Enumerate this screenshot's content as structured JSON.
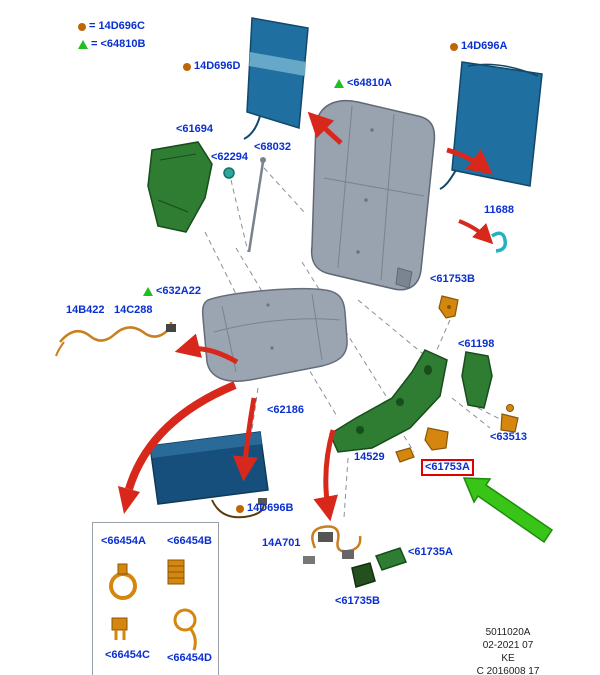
{
  "legend": {
    "dot_label": "= 14D696C",
    "triangle_label": "= <64810B"
  },
  "labels": [
    {
      "text": "14D696D",
      "marker": "dot"
    },
    {
      "text": "14D696A",
      "marker": "dot"
    },
    {
      "text": "<64810A",
      "marker": "triangle"
    },
    {
      "text": "<61694"
    },
    {
      "text": "<62294"
    },
    {
      "text": "<68032"
    },
    {
      "text": "11688"
    },
    {
      "text": "<61753B"
    },
    {
      "text": "<632A22",
      "marker": "triangle"
    },
    {
      "text": "14B422"
    },
    {
      "text": "14C288"
    },
    {
      "text": "<61198"
    },
    {
      "text": "<62186"
    },
    {
      "text": "<63513"
    },
    {
      "text": "14529"
    },
    {
      "text": "<61753A",
      "highlighted": true
    },
    {
      "text": "14D696B",
      "marker": "dot"
    },
    {
      "text": "14A701"
    },
    {
      "text": "<61735A"
    },
    {
      "text": "<61735B"
    },
    {
      "text": "<66454A"
    },
    {
      "text": "<66454B"
    },
    {
      "text": "<66454C"
    },
    {
      "text": "<66454D"
    }
  ],
  "footer": {
    "line1": "5011020A",
    "line2": "02-2021 07",
    "line3": "KE",
    "line4": "C 2016008 17"
  },
  "colors": {
    "label_blue": "#0a2fd0",
    "marker_orange": "#c06504",
    "marker_green": "#1fbf1f",
    "arrow_red": "#d8281c",
    "arrow_green": "#39c418",
    "highlight_red": "#e00000"
  }
}
